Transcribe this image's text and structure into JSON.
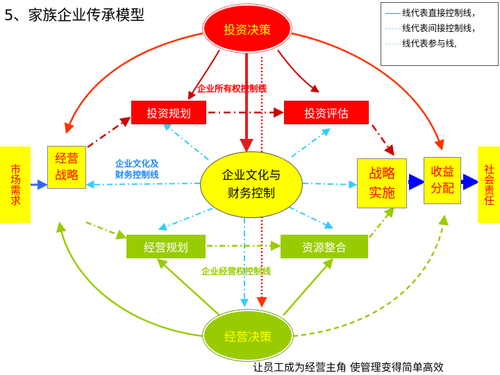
{
  "title": "5、家族企业传承模型",
  "legend": {
    "line1_text": "线代表直接控制线，",
    "line2_text": "线代表间接控制线，",
    "line3_text": "线代表参与线,"
  },
  "nodes": {
    "invest_decision": "投资决策",
    "invest_planning": "投资规划",
    "invest_evaluation": "投资评估",
    "culture_finance_line1": "企业文化与",
    "culture_finance_line2": "财务控制",
    "ops_strategy_line1": "经营",
    "ops_strategy_line2": "战略",
    "strategy_impl_line1": "战略",
    "strategy_impl_line2": "实施",
    "revenue_dist_line1": "收益",
    "revenue_dist_line2": "分配",
    "ops_planning": "经营规划",
    "resource_integration": "资源整合",
    "ops_decision": "经营决策",
    "market_demand": "市场需求",
    "social_responsibility": "社会责任"
  },
  "labels": {
    "ownership_line": "企业所有权控制线",
    "culture_line1": "企业文化及",
    "culture_line2": "财务控制线",
    "operation_line": "企业经营权控制线"
  },
  "caption": "让员工成为经营主角  使管理变得简单高效",
  "colors": {
    "red": "#ff0000",
    "green": "#99cc00",
    "yellow": "#ffff00",
    "cyan": "#33ccff",
    "blue": "#0000ff"
  }
}
